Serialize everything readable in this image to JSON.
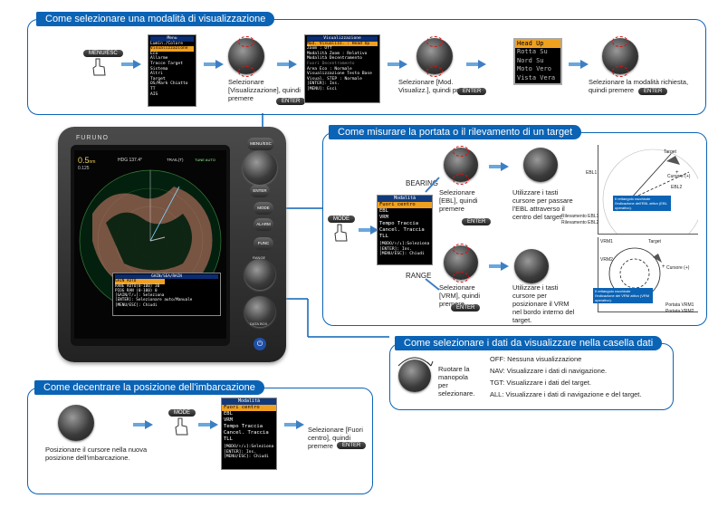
{
  "sections": {
    "display_mode": {
      "title": "Come selezionare una modalità di visualizzazione",
      "caption1": "Selezionare [Visualizzazione], quindi premere",
      "caption2": "Selezionare [Mod. Visualizz.], quindi premere",
      "caption3": "Selezionare la modalità richiesta, quindi premere"
    },
    "measure": {
      "title": "Come misurare la portata o il rilevamento di un target",
      "bearing_label": "BEARING",
      "range_label": "RANGE",
      "bearing_caption1": "Selezionare [EBL], quindi premere",
      "bearing_caption2": "Utilizzare i tasti cursore per passare l'EBL attraverso il centro del target.",
      "range_caption1": "Selezionare [VRM], quindi premere",
      "range_caption2": "Utilizzare i tasti cursore per posizionare il VRM nel bordo interno del target."
    },
    "data_box": {
      "title": "Come selezionare i dati da visualizzare nella casella dati",
      "caption": "Ruotare la manopola per selezionare.",
      "options": [
        "OFF: Nessuna visualizzazione",
        "NAV: Visualizzare i dati di navigazione.",
        "TGT: Visualizzare i dati del target.",
        "ALL: Visualizzare i dati di navigazione e del target."
      ]
    },
    "offcenter": {
      "title": "Come decentrare la posizione dell'imbarcazione",
      "caption1": "Posizionare il cursore nella nuova posizione dell'imbarcazione.",
      "caption2": "Selezionare [Fuori centro], quindi premere"
    }
  },
  "buttons": {
    "menu_esc": "MENU/ESC",
    "enter": "ENTER",
    "mode": "MODE",
    "alarm": "ALARM",
    "func": "FUNC",
    "range": "RANGE",
    "data_box": "DATA BOX",
    "power": "⏻"
  },
  "device": {
    "brand": "FURUNO",
    "range_readout": "0.5",
    "range_unit": "nm",
    "rings": "0.125",
    "hdg": "HDG 137.4°",
    "trail": "TRAIL(T)",
    "tuned": "TUNE AUTO",
    "popup_title": "GAIN/SEA/RAIN",
    "popup_rows": [
      "GAIN AUTO",
      "RANE AUTO(0-100) 30",
      "PIOG RAN (0-100) 0"
    ],
    "popup_footer": [
      "[GAIN/T/↓]: Seleziona",
      "[ENTER]: Selezionare auto/Manuale",
      "[MENU/ESC]: Chiudi"
    ]
  },
  "menu_screen": {
    "title": "Menu",
    "items": [
      "Lumin./Colore",
      "Visualizzazione",
      "Eco",
      "Allarme",
      "Tracce Target",
      "Sistema",
      "Altri",
      "Target",
      "OS/Mark Chiatto",
      "TT",
      "AIS"
    ],
    "selected_index": 1
  },
  "visual_screen": {
    "title": "Visualizzazione",
    "rows": [
      "Mod. Visualizz.   : Head Up",
      "Zoom              : Off",
      "Modalità Zoom     : Relativo",
      "Modalità Decentramento",
      "Fuori Decentramento",
      "Area Eco          : Normale",
      "Visualizzazione Testo Base",
      "Visual. STEP      : Normale",
      "",
      "[ENTER]: Ins.",
      "[MENU]: Esci"
    ]
  },
  "mode_options": [
    "Head Up",
    "Rotta Su",
    "Nord Su",
    "Moto Vero",
    "Vista Vera"
  ],
  "mode_menu": {
    "title": "Modalità",
    "items": [
      "Fuori centro",
      "EBL",
      "VRM",
      "Tempo Traccia",
      "Cancel. Traccia",
      "TLL"
    ],
    "footer": [
      "[MODO/↑/↓]:Seleziona",
      "[ENTER]: Ins.",
      "[MENU/ESC]: Chiudi"
    ]
  },
  "ebl_diagram": {
    "ebl1": "EBL1",
    "ebl2": "EBL2",
    "target": "Target",
    "cursor": "Cursore (+)",
    "note": "Il rettangolo racchiude l'indicazione dell'EBL attivo (EBL operativo).",
    "readout1": "Rilevamento EBL1",
    "readout2": "Rilevamento EBL2"
  },
  "vrm_diagram": {
    "vrm1": "VRM1",
    "vrm2": "VRM2",
    "target": "Target",
    "cursor": "Cursore (+)",
    "note": "Il rettangolo racchiude l'indicazione del VRM attivo (VRM operativo).",
    "readout1": "Portata VRM1",
    "readout2": "Portata VRM2"
  }
}
